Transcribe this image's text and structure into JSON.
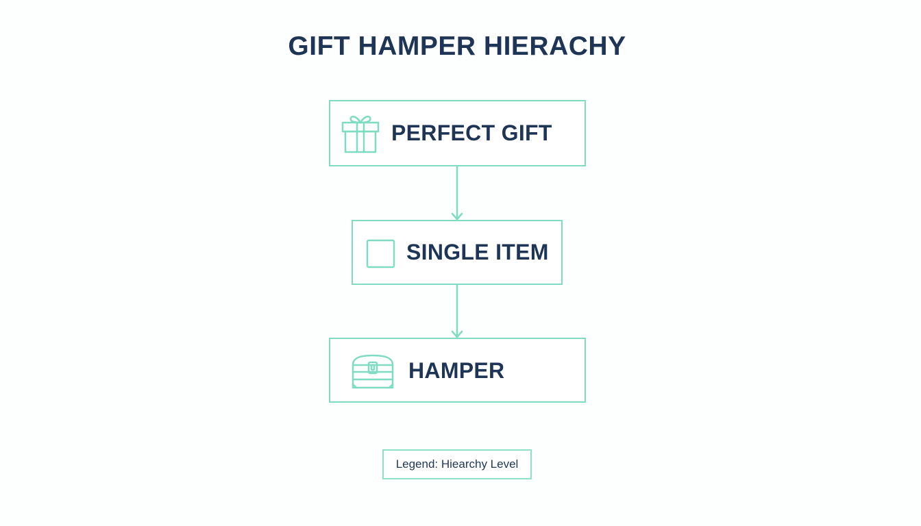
{
  "title": "GIFT HAMPER HIERACHY",
  "nodes": [
    {
      "label": "PERFECT GIFT",
      "icon": "gift-box-icon"
    },
    {
      "label": "SINGLE ITEM",
      "icon": "square-icon"
    },
    {
      "label": "HAMPER",
      "icon": "chest-icon"
    }
  ],
  "legend": {
    "text": "Legend: Hiearchy Level"
  },
  "colors": {
    "accent": "#7fdcc2",
    "text": "#1e3556",
    "background": "#fdfefe"
  }
}
